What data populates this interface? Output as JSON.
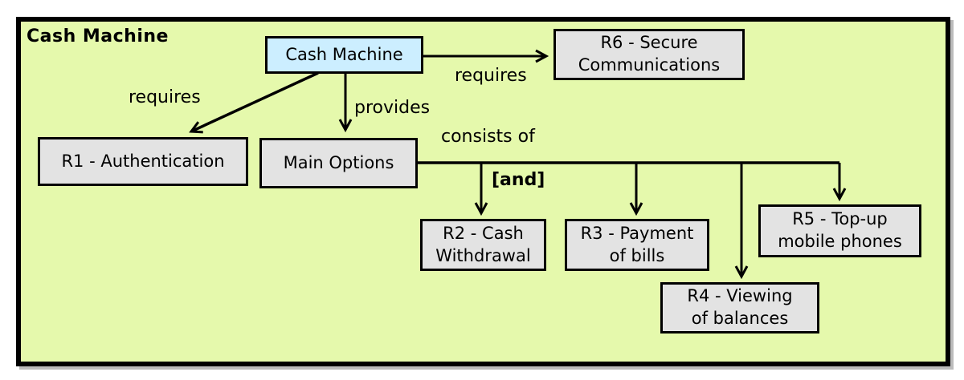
{
  "diagram": {
    "title": "Cash Machine",
    "colors": {
      "background": "#e5f9ac",
      "node_fill": "#e3e3e3",
      "root_fill": "#cceeff",
      "border": "#000000"
    },
    "nodes": {
      "root": {
        "label": "Cash Machine"
      },
      "r1": {
        "label": "R1 - Authentication"
      },
      "main": {
        "label": "Main Options"
      },
      "r6": {
        "label": "R6 - Secure\nCommunications"
      },
      "r2": {
        "label": "R2 - Cash\nWithdrawal"
      },
      "r3": {
        "label": "R3 - Payment\nof bills"
      },
      "r4": {
        "label": "R4 - Viewing\nof balances"
      },
      "r5": {
        "label": "R5 - Top-up\nmobile phones"
      }
    },
    "edge_labels": {
      "requires_left": "requires",
      "requires_right": "requires",
      "provides": "provides",
      "consists_of": "consists of",
      "and": "[and]"
    }
  }
}
